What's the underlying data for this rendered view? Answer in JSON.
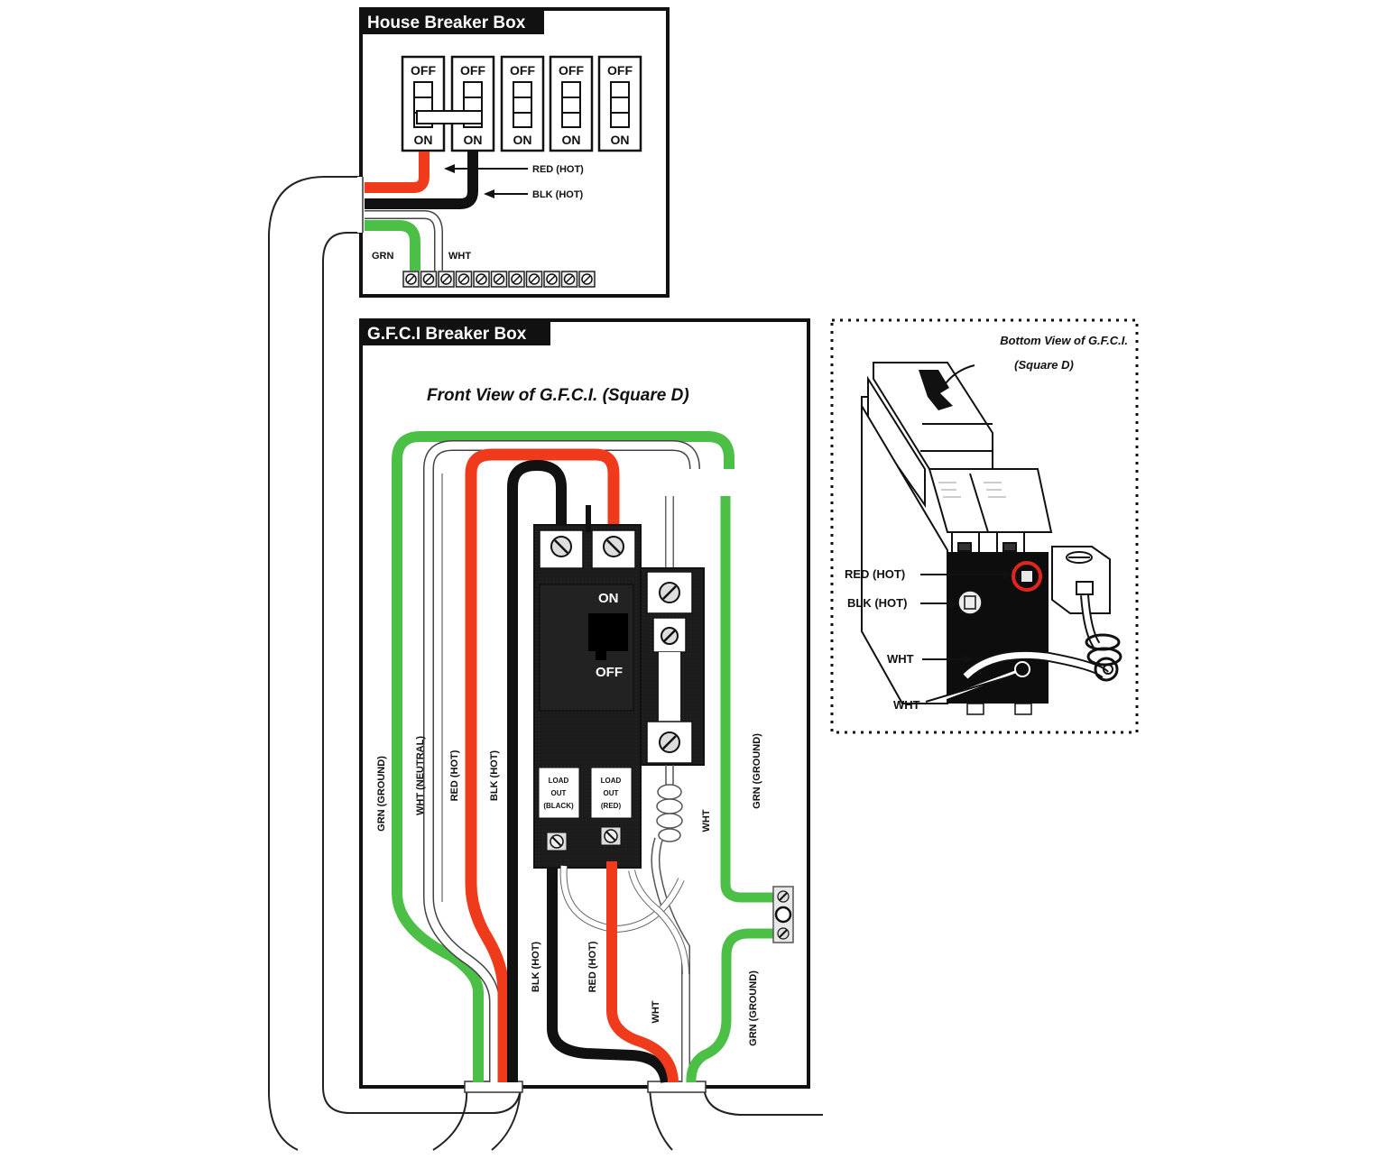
{
  "house_box": {
    "title": "House Breaker Box",
    "breakers": [
      {
        "off": "OFF",
        "on": "ON"
      },
      {
        "off": "OFF",
        "on": "ON"
      },
      {
        "off": "OFF",
        "on": "ON"
      },
      {
        "off": "OFF",
        "on": "ON"
      },
      {
        "off": "OFF",
        "on": "ON"
      }
    ],
    "labels": {
      "red_hot": "RED (HOT)",
      "blk_hot": "BLK (HOT)",
      "grn": "GRN",
      "wht": "WHT"
    },
    "neutral_bar_screws": 11
  },
  "gfci_box": {
    "title": "G.F.C.I Breaker Box",
    "subtitle": "Front View of G.F.C.I. (Square D)",
    "breaker": {
      "on": "ON",
      "off": "OFF",
      "load_black": [
        "LOAD",
        "OUT",
        "(BLACK)"
      ],
      "load_red": [
        "LOAD",
        "OUT",
        "(RED)"
      ]
    },
    "wire_labels": {
      "grn_ground_left": "GRN (GROUND)",
      "wht_neutral": "WHT (NEUTRAL)",
      "red_hot_in": "RED (HOT)",
      "blk_hot_in": "BLK (HOT)",
      "wht_pigtail": "WHT",
      "grn_ground_right": "GRN (GROUND)",
      "blk_hot_out": "BLK (HOT)",
      "red_hot_out": "RED (HOT)",
      "wht_out": "WHT",
      "grn_ground_out": "GRN (GROUND)"
    }
  },
  "bottom_view": {
    "title_line1": "Bottom View of G.F.C.I.",
    "title_line2": "(Square D)",
    "labels": {
      "red_hot": "RED (HOT)",
      "blk_hot": "BLK (HOT)",
      "wht_1": "WHT",
      "wht_2": "WHT"
    }
  },
  "colors": {
    "red_wire": "#f03a1c",
    "black_wire": "#111111",
    "green_wire": "#4cbf47",
    "white_wire": "#ffffff",
    "outline": "#111111",
    "breaker_body": "#1a1a1a",
    "highlight_ring": "#e0261b"
  }
}
